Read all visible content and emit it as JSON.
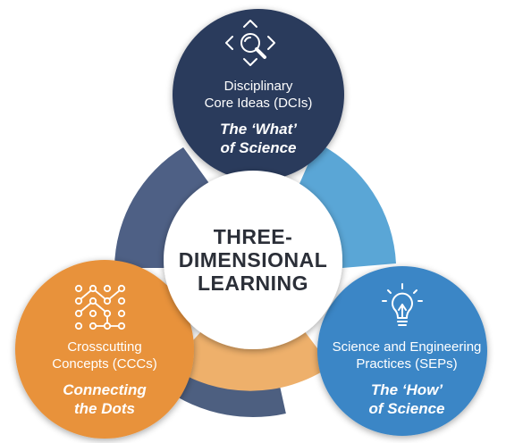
{
  "center": {
    "line1": "THREE-",
    "line2": "DIMENSIONAL",
    "line3": "LEARNING"
  },
  "dcis": {
    "line1": "Disciplinary",
    "line2": "Core Ideas (DCIs)",
    "tag1": "The ‘What’",
    "tag2": "of Science",
    "icon": "magnifier-icon",
    "color": "#2a3a5c"
  },
  "seps": {
    "line1": "Science and Engineering",
    "line2": "Practices (SEPs)",
    "tag1": "The ‘How’",
    "tag2": "of Science",
    "icon": "lightbulb-icon",
    "color": "#3a86c6"
  },
  "cccs": {
    "line1": "Crosscutting",
    "line2": "Concepts (CCCs)",
    "tag1": "Connecting",
    "tag2": "the Dots",
    "icon": "connected-dots-icon",
    "color": "#e8923a"
  }
}
